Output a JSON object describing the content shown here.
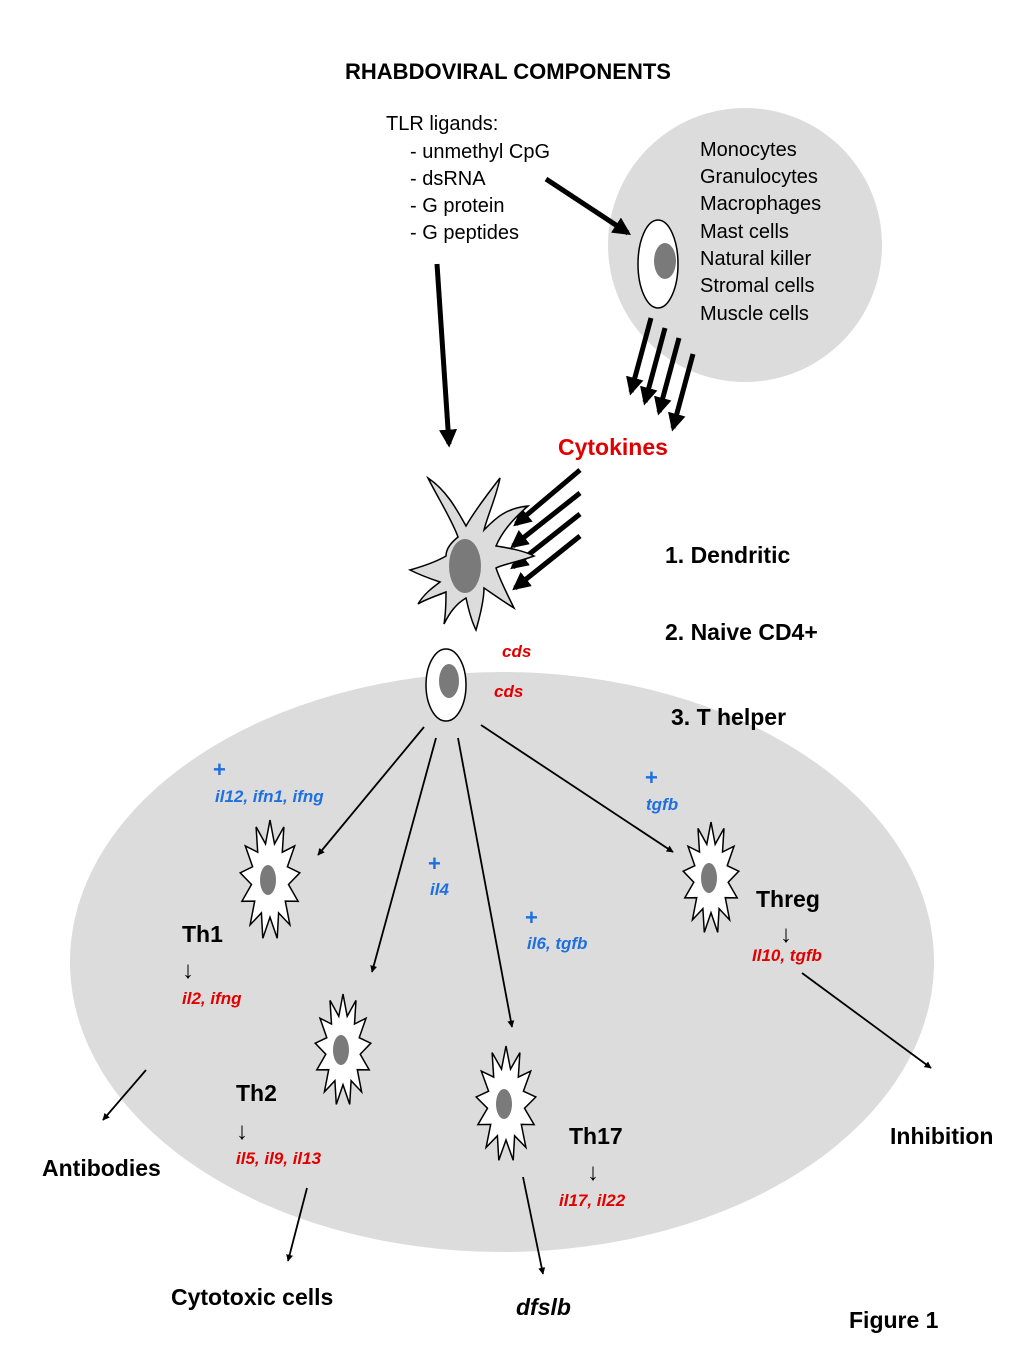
{
  "title": "RHABDOVIRAL COMPONENTS",
  "tlr": {
    "heading": "TLR ligands:",
    "items": [
      "- unmethyl CpG",
      "- dsRNA",
      "- G protein",
      "- G peptides"
    ]
  },
  "innate_cells": [
    "Monocytes",
    "Granulocytes",
    "Macrophages",
    "Mast cells",
    "Natural killer",
    "Stromal cells",
    "Muscle cells"
  ],
  "cytokines_label": "Cytokines",
  "steps": [
    "1. Dendritic",
    "2. Naive CD4+",
    "3. T helper"
  ],
  "cds_labels": [
    "cds",
    "cds"
  ],
  "signals": {
    "plus": "+",
    "th1": "il12, ifn1, ifng",
    "th2": "il4",
    "th17": "il6, tgfb",
    "threg": "tgfb"
  },
  "subsets": {
    "th1": {
      "name": "Th1",
      "arrow": "↓",
      "products": "il2, ifng"
    },
    "th2": {
      "name": "Th2",
      "arrow": "↓",
      "products": "il5, il9, il13"
    },
    "th17": {
      "name": "Th17",
      "arrow": "↓",
      "products": "il17, il22"
    },
    "threg": {
      "name": "Threg",
      "arrow": "↓",
      "products": "Il10, tgfb"
    }
  },
  "outcomes": {
    "antibodies": "Antibodies",
    "cytotoxic": "Cytotoxic cells",
    "dfslb": "dfslb",
    "inhibition": "Inhibition"
  },
  "figure_label": "Figure 1",
  "colors": {
    "accent_red": "#e00000",
    "accent_blue": "#1e6fe0",
    "region_gray": "#dcdcdc",
    "nucleus_gray": "#7a7a7a"
  }
}
